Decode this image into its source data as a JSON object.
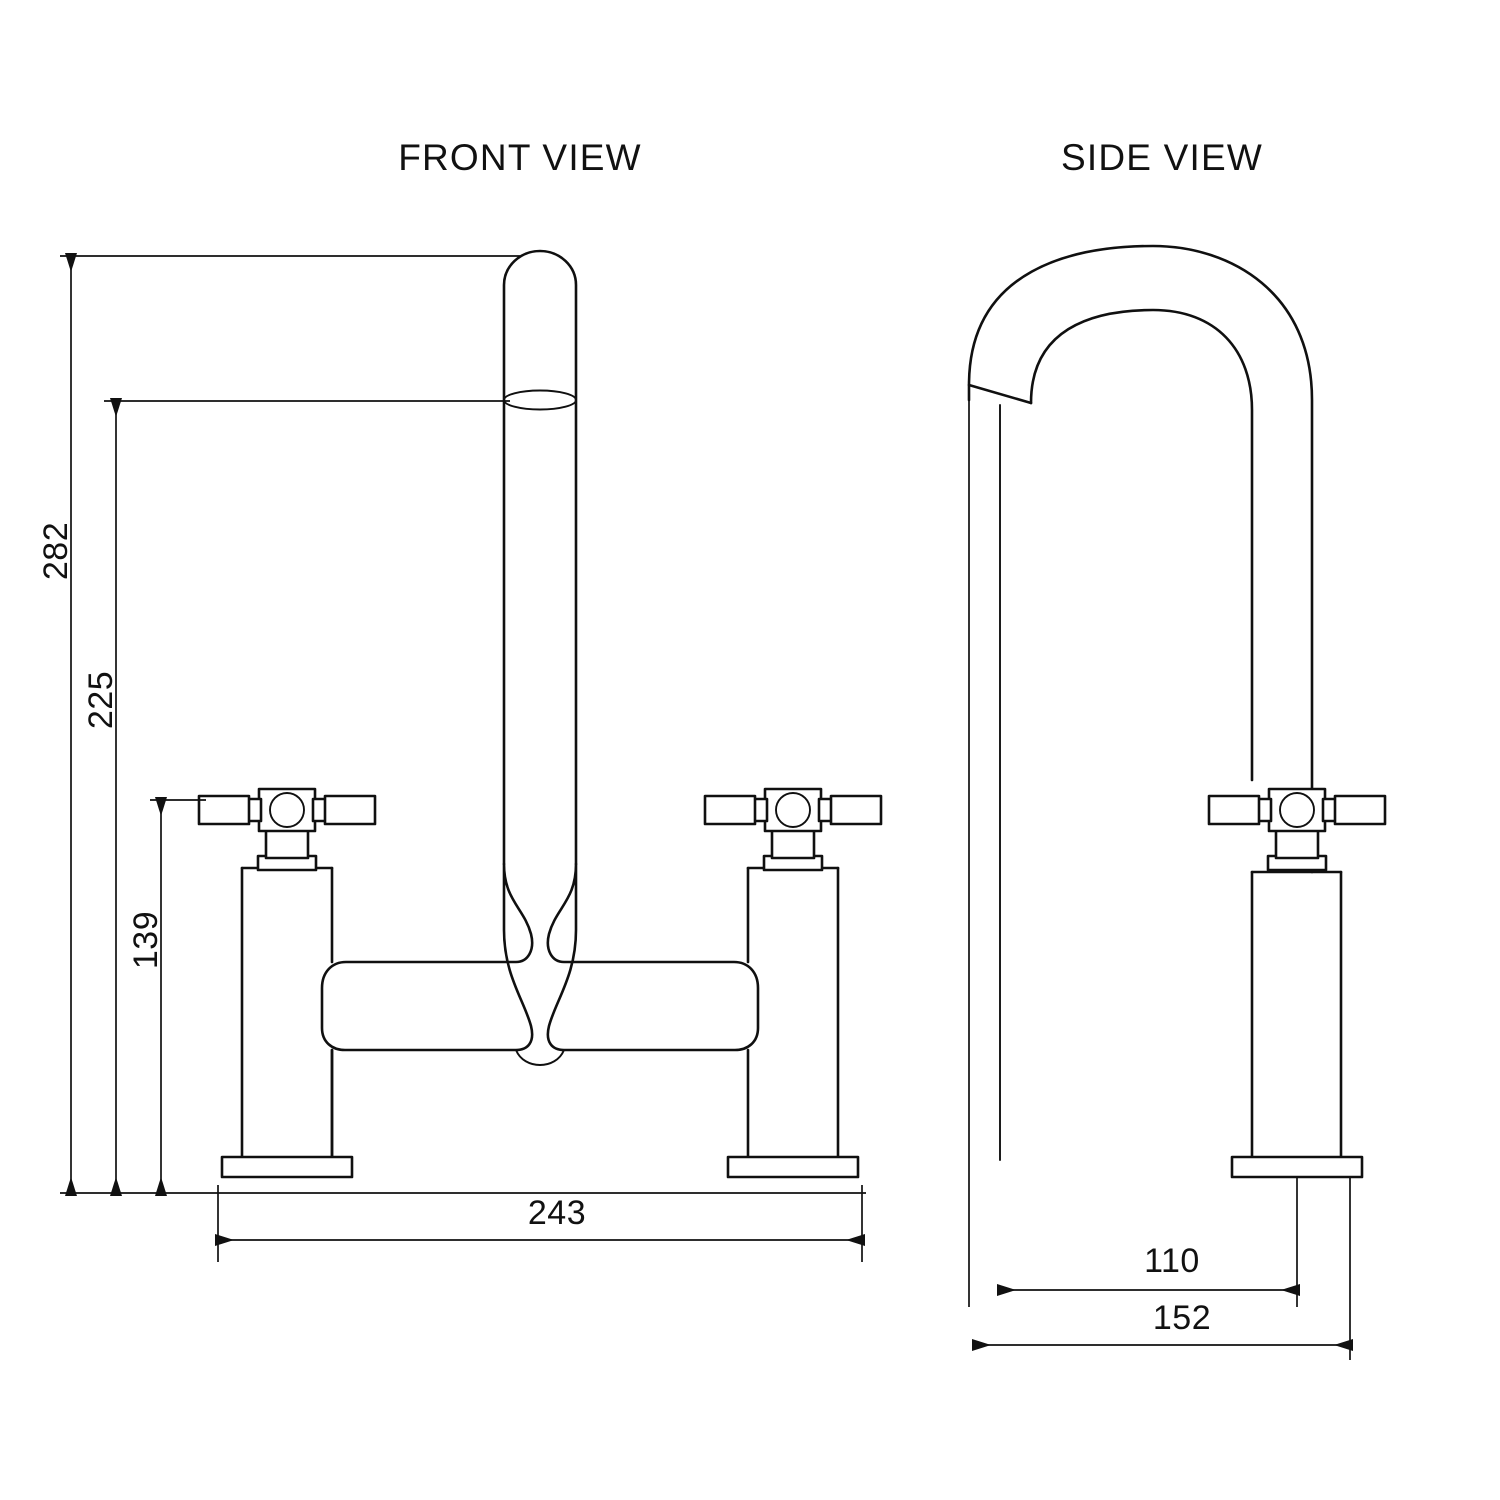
{
  "document": {
    "type": "technical-drawing",
    "subject": "bridge mixer tap with cross handles",
    "units": "mm",
    "line_color": "#101010",
    "background_color": "#ffffff"
  },
  "views": [
    {
      "id": "front",
      "title": "FRONT VIEW"
    },
    {
      "id": "side",
      "title": "SIDE VIEW"
    }
  ],
  "dimensions": {
    "front": [
      {
        "name": "overall-height",
        "value": "282",
        "orientation": "vertical"
      },
      {
        "name": "spout-height",
        "value": "225",
        "orientation": "vertical"
      },
      {
        "name": "handle-height",
        "value": "139",
        "orientation": "vertical"
      },
      {
        "name": "overall-width",
        "value": "243",
        "orientation": "horizontal"
      }
    ],
    "side": [
      {
        "name": "spout-reach",
        "value": "110",
        "orientation": "horizontal"
      },
      {
        "name": "overall-depth",
        "value": "152",
        "orientation": "horizontal"
      }
    ]
  }
}
